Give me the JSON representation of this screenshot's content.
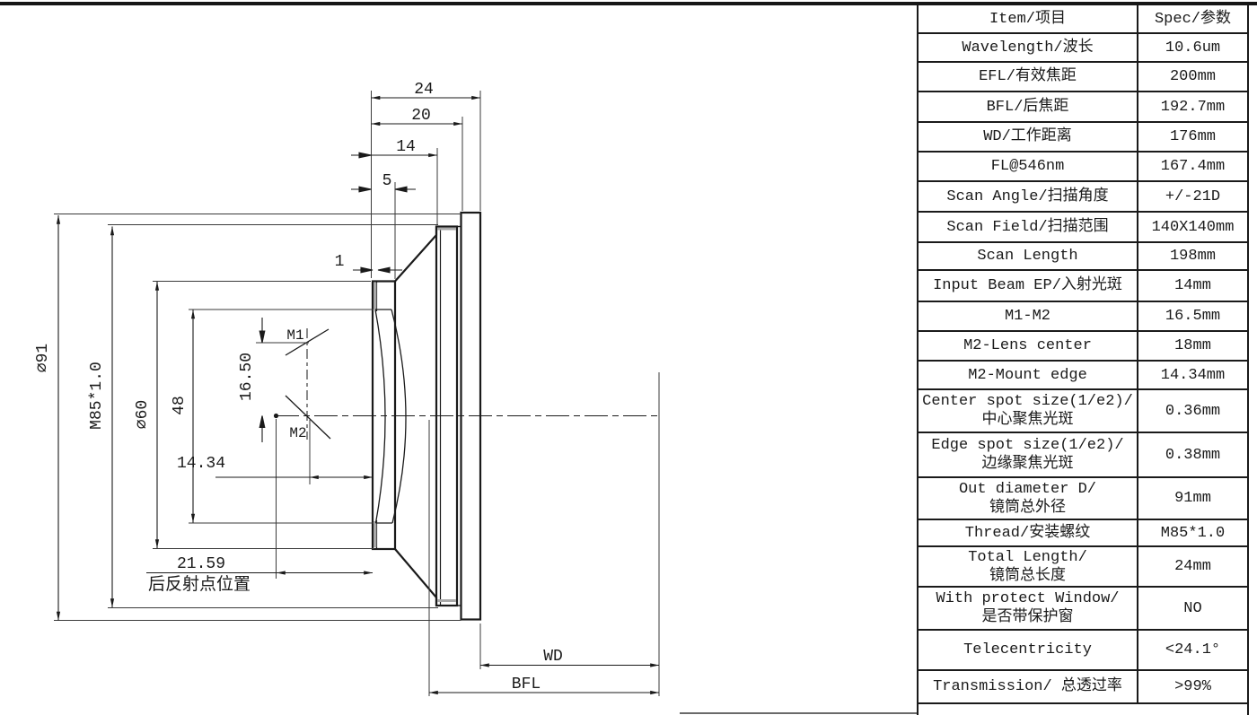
{
  "drawing": {
    "dim_labels": {
      "top_24": "24",
      "top_20": "20",
      "top_14": "14",
      "top_5": "5",
      "lip_1": "1",
      "outer_diameter": "∅91",
      "thread": "M85*1.0",
      "front_diameter": "∅60",
      "clear_aperture": "48",
      "m1_m2_distance": "16.50",
      "mirror1": "M1",
      "mirror2": "M2",
      "m2_mount_edge": "14.34",
      "rear_point_distance": "21.59",
      "rear_point_caption": "后反射点位置",
      "working_distance": "WD",
      "back_focal_length": "BFL"
    },
    "line_color": "#1a1a1a"
  },
  "spec_table": {
    "header": {
      "item": "Item/项目",
      "spec": "Spec/参数"
    },
    "rows": [
      {
        "item": "Wavelength/波长",
        "spec": "10.6um"
      },
      {
        "item": "EFL/有效焦距",
        "spec": "200mm"
      },
      {
        "item": "BFL/后焦距",
        "spec": "192.7mm"
      },
      {
        "item": "WD/工作距离",
        "spec": "176mm"
      },
      {
        "item": "FL@546nm",
        "spec": "167.4mm"
      },
      {
        "item": "Scan Angle/扫描角度",
        "spec": "+/-21D"
      },
      {
        "item": "Scan Field/扫描范围",
        "spec": "140X140mm"
      },
      {
        "item": "Scan Length",
        "spec": "198mm"
      },
      {
        "item": "Input Beam EP/入射光斑",
        "spec": "14mm"
      },
      {
        "item": "M1-M2",
        "spec": "16.5mm"
      },
      {
        "item": "M2-Lens center",
        "spec": "18mm"
      },
      {
        "item": "M2-Mount edge",
        "spec": "14.34mm"
      },
      {
        "item": "Center spot size(1/e2)/\n中心聚焦光斑",
        "spec": "0.36mm"
      },
      {
        "item": "Edge spot size(1/e2)/\n边缘聚焦光斑",
        "spec": "0.38mm"
      },
      {
        "item": "Out diameter D/\n镜筒总外径",
        "spec": "91mm"
      },
      {
        "item": "Thread/安装螺纹",
        "spec": "M85*1.0"
      },
      {
        "item": "Total Length/\n镜筒总长度",
        "spec": "24mm"
      },
      {
        "item": "With protect Window/\n是否带保护窗",
        "spec": "NO"
      },
      {
        "item": "Telecentricity",
        "spec": "<24.1°"
      },
      {
        "item": "Transmission/ 总透过率",
        "spec": ">99%"
      }
    ]
  }
}
